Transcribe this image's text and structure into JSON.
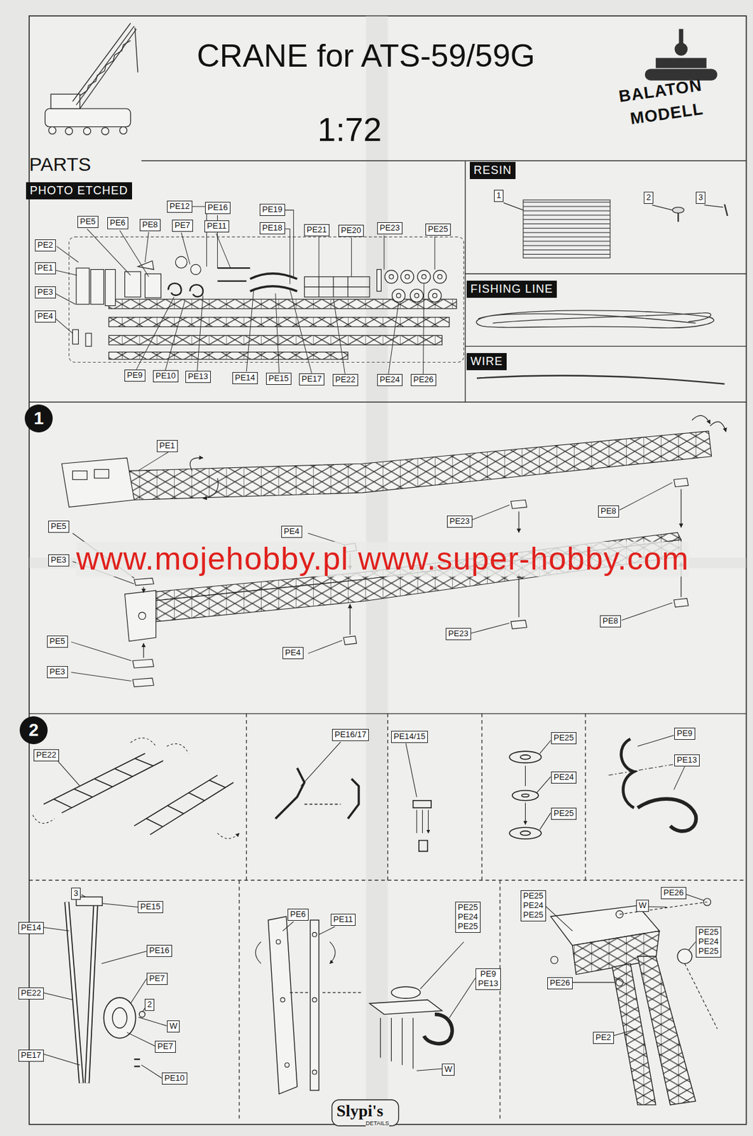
{
  "diagram": {
    "title": "CRANE for ATS-59/59G",
    "nodes": [
      {
        "text": [
          "PHOTO ETCHED"
        ]
      },
      {
        "text": [
          "RESIN"
        ]
      },
      {
        "text": [
          "FISHING LINE"
        ]
      },
      {
        "text": [
          "WIRE"
        ]
      },
      {
        "text": [
          "1"
        ]
      },
      {
        "text": [
          "2"
        ]
      }
    ],
    "labels": [
      "1:72",
      "BALATON",
      "MODELL",
      "PARTS",
      "PE12",
      "PE16",
      "PE19",
      "PE5",
      "PE6",
      "PE8",
      "PE7",
      "PE11",
      "PE18",
      "PE21",
      "PE20",
      "PE23",
      "PE25",
      "PE2",
      "PE1",
      "PE3",
      "PE4",
      "PE9",
      "PE10",
      "PE13",
      "PE14",
      "PE15",
      "PE17",
      "PE22",
      "PE24",
      "PE26",
      "1",
      "2",
      "3",
      "PE1",
      "PE5",
      "PE4",
      "PE23",
      "PE8",
      "PE3",
      "PE5",
      "PE3",
      "PE4",
      "PE23",
      "PE8",
      "www.mojehobby.pl www.super-hobby.com",
      "PE22",
      "PE16/17",
      "PE14/15",
      "PE25",
      "PE24",
      "PE25",
      "PE9",
      "PE13",
      "3",
      "PE15",
      "PE14",
      "PE16",
      "PE22",
      "PE7",
      "2",
      "W",
      "PE7",
      "PE17",
      "PE10",
      "PE6",
      "PE11",
      "PE25 PE24 PE25",
      "PE9 PE13",
      "W",
      "PE25 PE24 PE25",
      "W",
      "PE26",
      "PE25 PE24 PE25",
      "PE26",
      "PE2",
      "Slypi's",
      "DETAILS"
    ]
  }
}
